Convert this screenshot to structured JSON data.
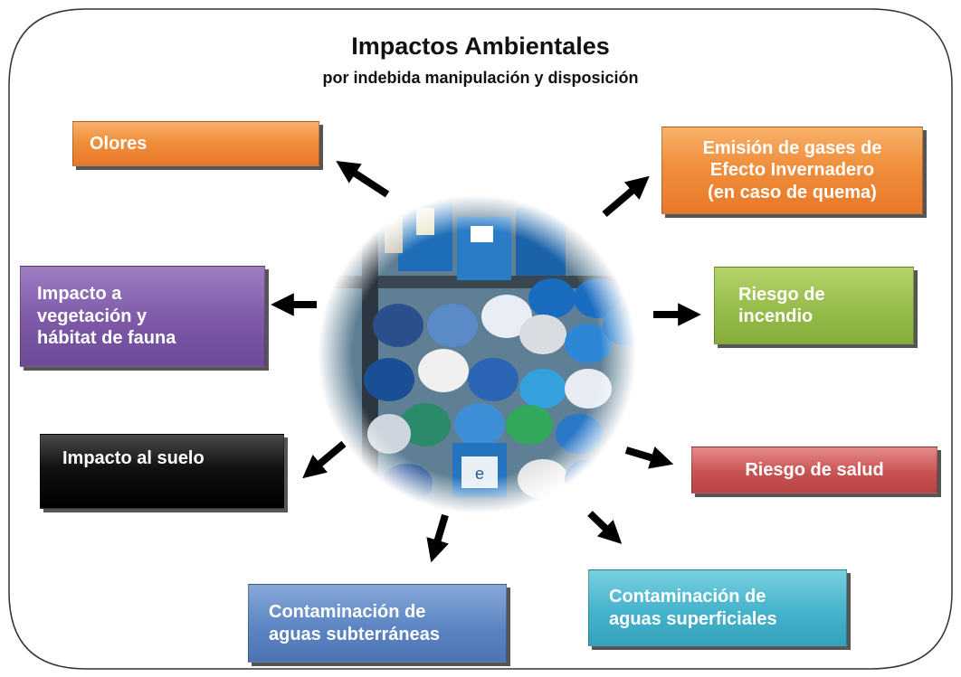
{
  "title": "Impactos Ambientales",
  "subtitle": "por indebida manipulación y disposición",
  "impacts": {
    "olores": "Olores",
    "gases": "Emisión de gases de\nEfecto Invernadero\n(en caso de quema)",
    "vegetacion": "Impacto a\nvegetación y\nhábitat de fauna",
    "incendio": "Riesgo de\nincendio",
    "suelo": "Impacto al suelo",
    "salud": "Riesgo de salud",
    "subterraneas": "Contaminación de\naguas subterráneas",
    "superficiales": "Contaminación de\naguas superficiales"
  },
  "photo_label": "e",
  "colors": {
    "orange": "#f08f3c",
    "purple": "#7d59a8",
    "green": "#96bc4a",
    "black": "#000000",
    "red": "#c95353",
    "blue": "#5c85c3",
    "teal": "#45b3cb"
  }
}
